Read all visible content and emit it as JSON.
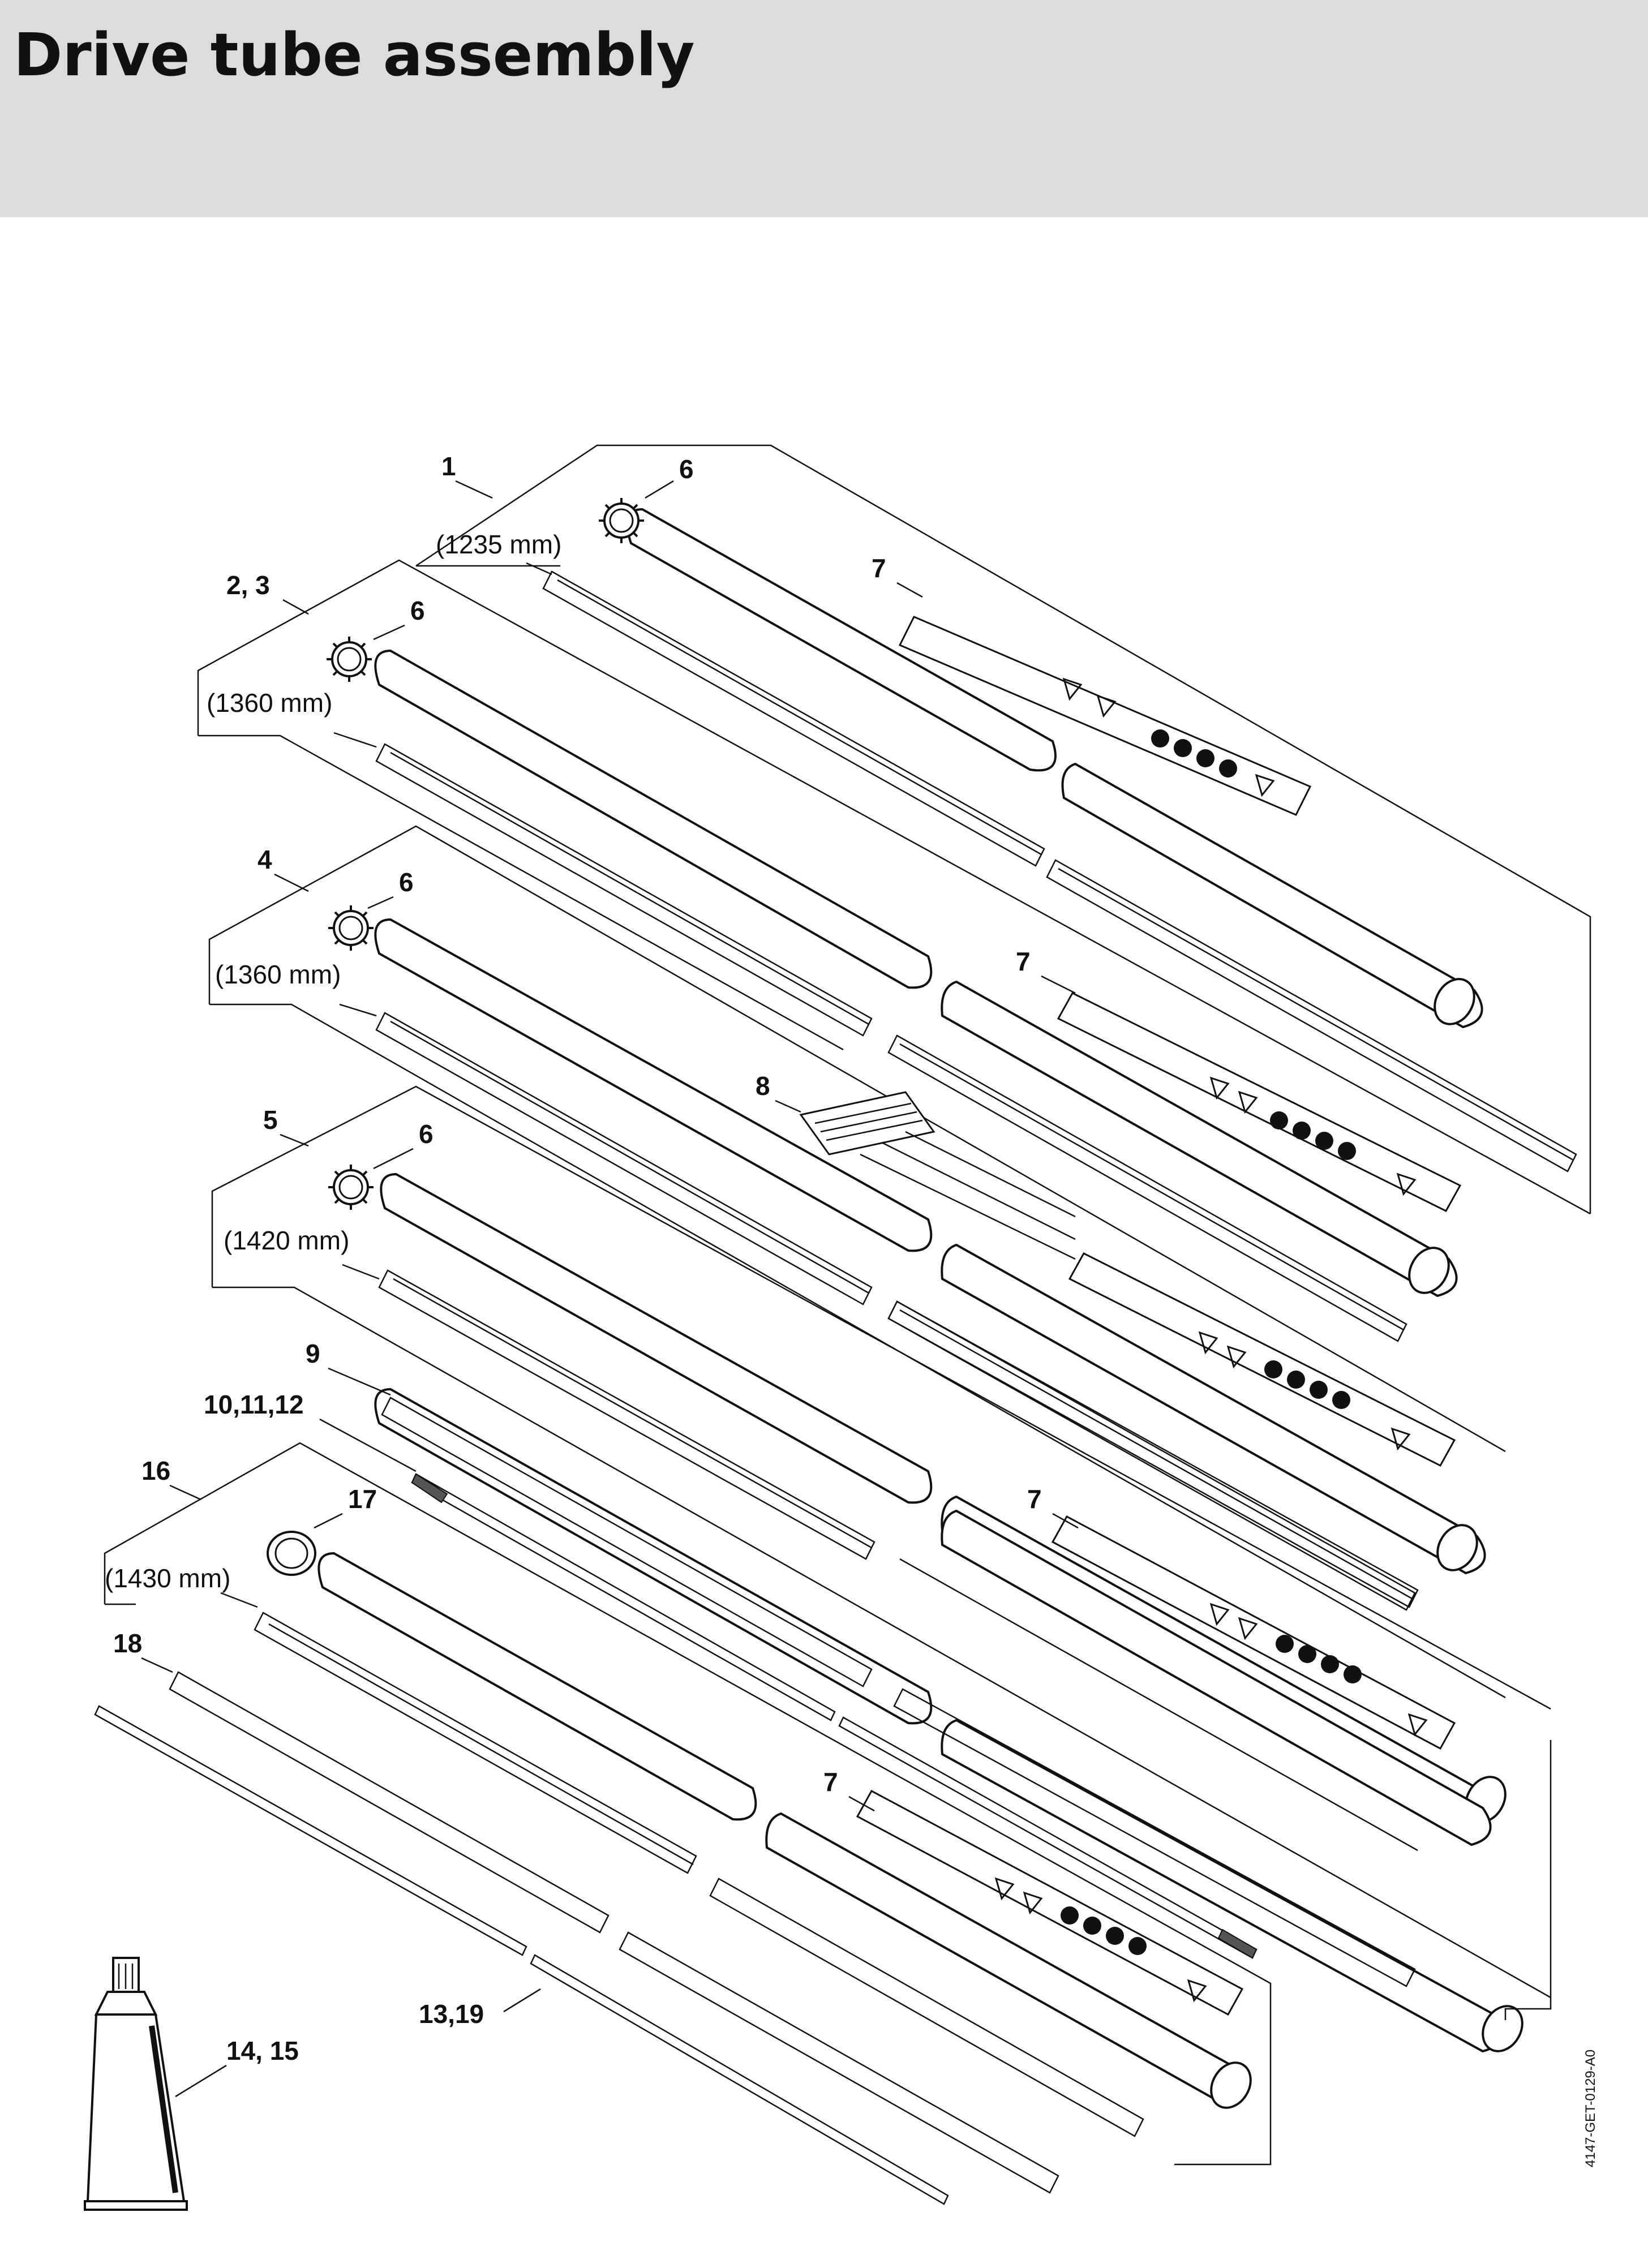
{
  "page": {
    "title": "Drive tube assembly",
    "figure_ref": "4147-GET-0129-A0"
  },
  "callouts": {
    "c1": "1",
    "c6a": "6",
    "c7a": "7",
    "c23": "2, 3",
    "c6b": "6",
    "c4": "4",
    "c6c": "6",
    "c7b": "7",
    "c8": "8",
    "c5": "5",
    "c6d": "6",
    "c9": "9",
    "c101112": "10,11,12",
    "c7c": "7",
    "c16": "16",
    "c17": "17",
    "c18": "18",
    "c7d": "7",
    "c1319": "13,19",
    "c1415": "14, 15"
  },
  "dimensions": {
    "d1": "(1235 mm)",
    "d2": "(1360 mm)",
    "d3": "(1360 mm)",
    "d4": "(1420 mm)",
    "d5": "(1430 mm)"
  },
  "icons": {
    "warning_label": "safety-pictogram-label",
    "locking_ring": "serrated-ring-icon",
    "sleeve": "bushing-icon",
    "grease": "grease-tube-icon"
  }
}
